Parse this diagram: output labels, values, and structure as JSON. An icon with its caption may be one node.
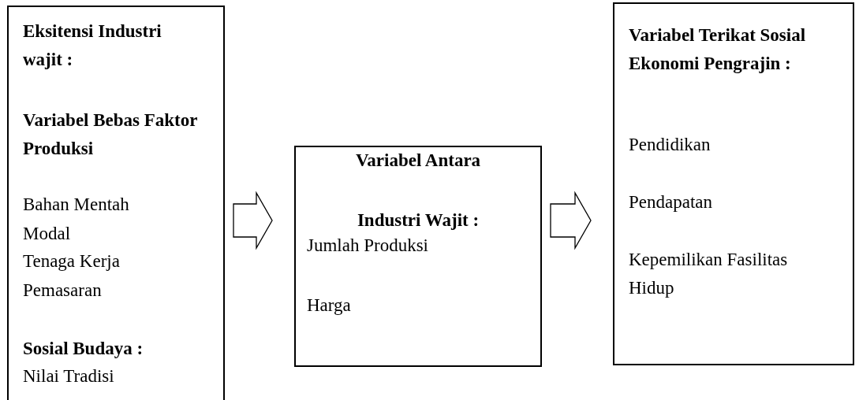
{
  "diagram": {
    "nodes": [
      {
        "text": [
          "Eksitensi Industri wajit :",
          "Variabel Bebas Faktor Produksi",
          "Bahan Mentah",
          "Modal",
          "Tenaga Kerja",
          "Pemasaran",
          "Sosial Budaya :",
          "Nilai Tradisi"
        ]
      },
      {
        "text": [
          "Variabel Antara",
          "Industri Wajit :",
          "Jumlah Produksi",
          "Harga"
        ]
      },
      {
        "text": [
          "Variabel Terikat Sosial Ekonomi Pengrajin :",
          "Pendidikan",
          "Pendapatan",
          "Kepemilikan Fasilitas Hidup"
        ]
      }
    ],
    "edges": [
      {
        "from": 0,
        "to": 1,
        "arrow": "to"
      },
      {
        "from": 1,
        "to": 2,
        "arrow": "to"
      }
    ]
  }
}
